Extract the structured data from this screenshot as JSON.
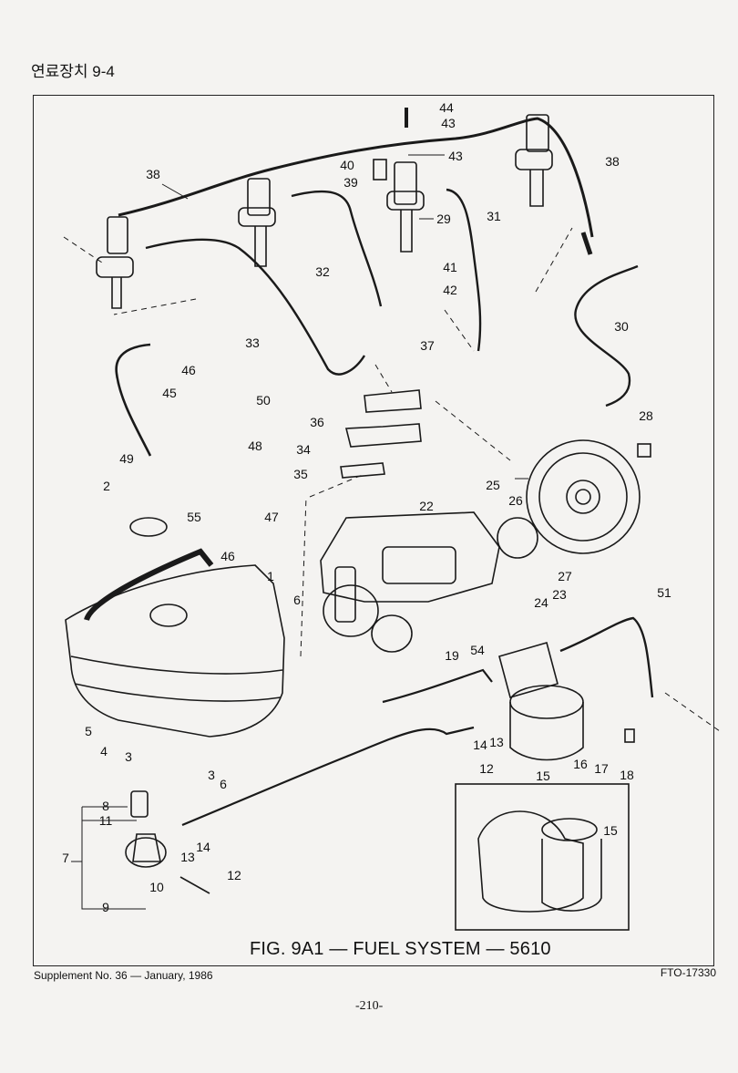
{
  "header": {
    "title": "연료장치 9-4"
  },
  "caption": "FIG. 9A1 — FUEL SYSTEM — 5610",
  "footer": {
    "supplement": "Supplement No. 36 — January, 1986",
    "code": "FTO-17330",
    "page": "-210-"
  },
  "callouts": [
    "44",
    "43",
    "43",
    "40",
    "39",
    "38",
    "29",
    "31",
    "38",
    "32",
    "41",
    "42",
    "33",
    "30",
    "37",
    "46",
    "45",
    "50",
    "36",
    "48",
    "34",
    "28",
    "35",
    "49",
    "2",
    "25",
    "26",
    "22",
    "55",
    "47",
    "46",
    "27",
    "1",
    "23",
    "24",
    "6",
    "51",
    "54",
    "19",
    "5",
    "4",
    "3",
    "14",
    "13",
    "16",
    "17",
    "18",
    "12",
    "15",
    "3",
    "6",
    "8",
    "11",
    "7",
    "13",
    "14",
    "12",
    "10",
    "9",
    "15"
  ]
}
